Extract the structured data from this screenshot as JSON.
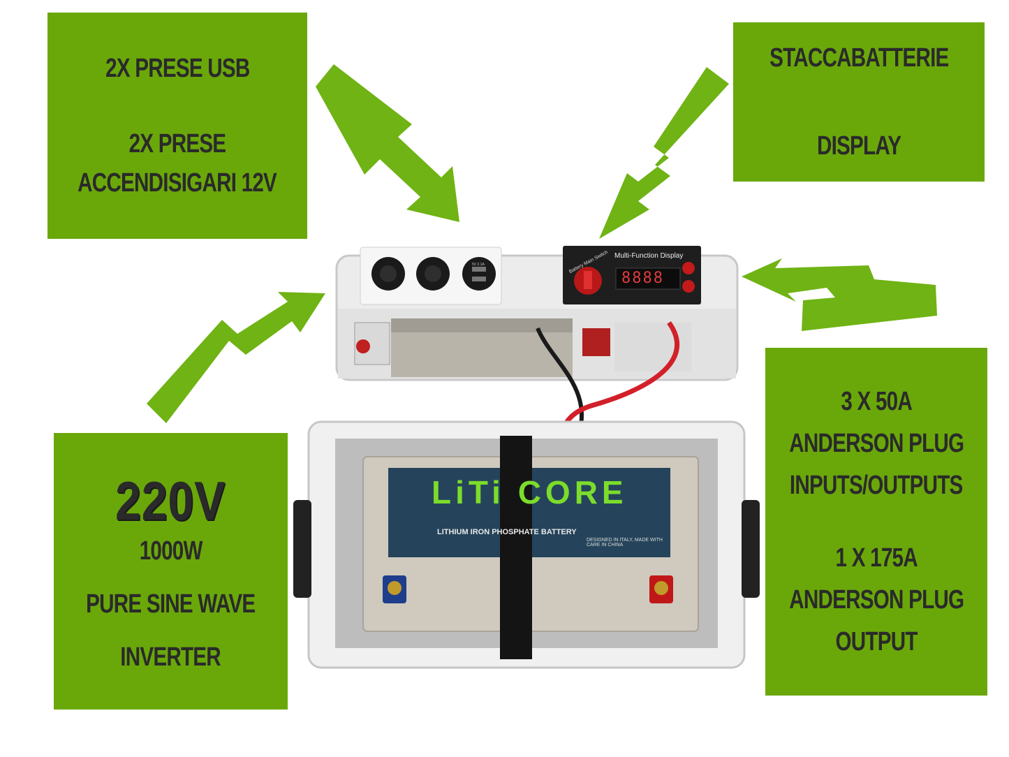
{
  "panels": {
    "usb": {
      "line1": "2X PRESE USB",
      "line2": "2X PRESE",
      "line3": "ACCENDISIGARI 12V"
    },
    "display": {
      "line1": "STACCABATTERIE",
      "line2": "DISPLAY"
    },
    "inverter": {
      "line1": "220V",
      "line2": "1000W",
      "line3": "PURE SINE WAVE",
      "line4": "INVERTER"
    },
    "anderson": {
      "line1": "3 X 50A",
      "line2": "ANDERSON PLUG",
      "line3": "INPUTS/OUTPUTS",
      "line4": "1 X 175A",
      "line5": "ANDERSON PLUG",
      "line6": "OUTPUT"
    }
  },
  "device": {
    "display_title": "Multi-Function Display",
    "switch_label": "Battery Main Switch",
    "display_value": "8888",
    "usb_rating": "5V 2.1A",
    "battery_brand": "LiTi CORE",
    "battery_subtitle": "LITHIUM IRON PHOSPHATE BATTERY",
    "battery_origin": "DESIGNED IN ITALY, MADE WITH CARE IN CHINA"
  },
  "colors": {
    "panel_green": "#6aa80a",
    "arrow_green": "#6fb314",
    "text_dark": "#2a2a2a"
  },
  "icons": [
    "zigzag-arrow-icon",
    "cigarette-socket-icon",
    "usb-socket-icon",
    "battery-switch-icon",
    "power-button-icon"
  ]
}
